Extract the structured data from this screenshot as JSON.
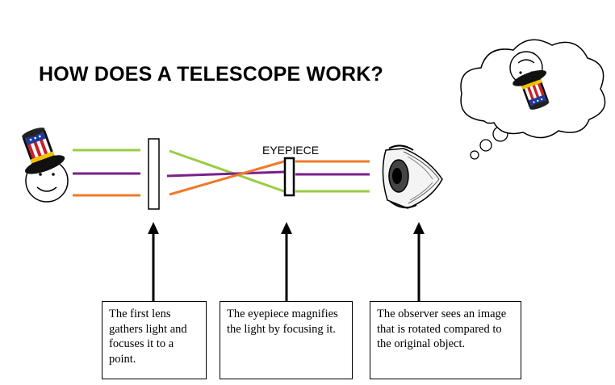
{
  "title": "HOW DOES A TELESCOPE WORK?",
  "eyepiece_label": "EYEPIECE",
  "notes": {
    "first_lens": "The first lens gathers light and focuses it to a point.",
    "eyepiece": "The eyepiece magnifies the light by focusing it.",
    "observer": "The observer sees an image that is rotated compared to the original object."
  },
  "colors": {
    "green_ray": "#99cc44",
    "purple_ray": "#7a1f8c",
    "orange_ray": "#f07a2a",
    "hat_blue": "#1f3a9a",
    "hat_red": "#c8202a",
    "hat_band": "#f2c200"
  },
  "icons": {
    "object": "smiley-face-icon",
    "object_hat": "uncle-sam-hat-icon",
    "observer": "eye-icon",
    "thought": "thought-bubble-icon"
  }
}
